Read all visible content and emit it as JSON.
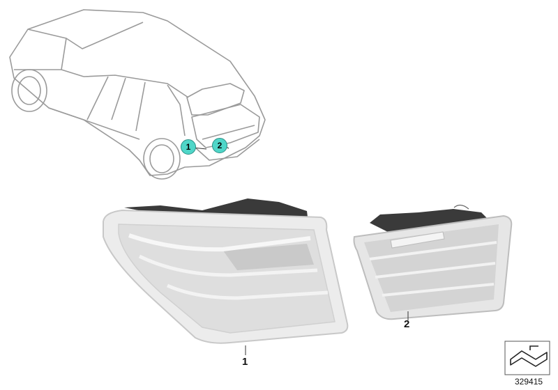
{
  "callouts": [
    {
      "id": "1",
      "label": "1",
      "color": "#4fd6c8"
    },
    {
      "id": "2",
      "label": "2",
      "color": "#4fd6c8"
    }
  ],
  "parts": [
    {
      "id": "outer-tail-light",
      "number": "1"
    },
    {
      "id": "inner-tail-light",
      "number": "2"
    }
  ],
  "reference_number": "329415",
  "colors": {
    "outline": "#9a9a9a",
    "callout": "#4fd6c8",
    "lens": "#e9e9e9",
    "housing": "#3a3a3a"
  }
}
